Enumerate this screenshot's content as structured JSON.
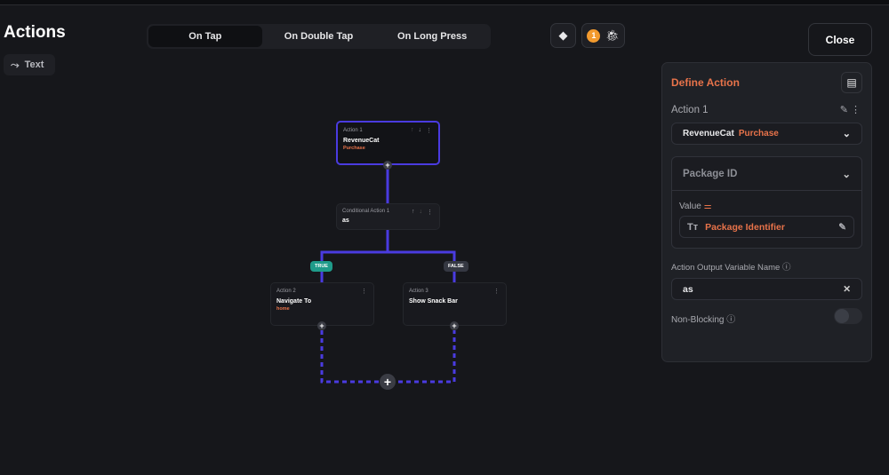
{
  "header": {
    "title": "Actions",
    "widget_chip": "Text",
    "close_label": "Close",
    "issue_count": "1"
  },
  "tabs": [
    {
      "label": "On Tap",
      "active": true
    },
    {
      "label": "On Double Tap"
    },
    {
      "label": "On Long Press"
    }
  ],
  "flow": {
    "action1": {
      "label": "Action 1",
      "title": "RevenueCat",
      "subtitle": "Purchase"
    },
    "conditional": {
      "label": "Conditional Action 1",
      "title": "as"
    },
    "true_label": "TRUE",
    "false_label": "FALSE",
    "action2": {
      "label": "Action 2",
      "title": "Navigate To",
      "subtitle": "home"
    },
    "action3": {
      "label": "Action 3",
      "title": "Show Snack Bar"
    }
  },
  "panel": {
    "title": "Define Action",
    "action_name": "Action 1",
    "action_type": "RevenueCat",
    "action_subtype": "Purchase",
    "param_name": "Package ID",
    "value_label": "Value",
    "value": "Package Identifier",
    "output_label": "Action Output Variable Name",
    "output_value": "as",
    "nonblocking_label": "Non-Blocking",
    "nonblocking_on": false
  },
  "colors": {
    "accent": "#e8734a",
    "connector": "#4a3be0",
    "true": "#1f9b8a"
  }
}
